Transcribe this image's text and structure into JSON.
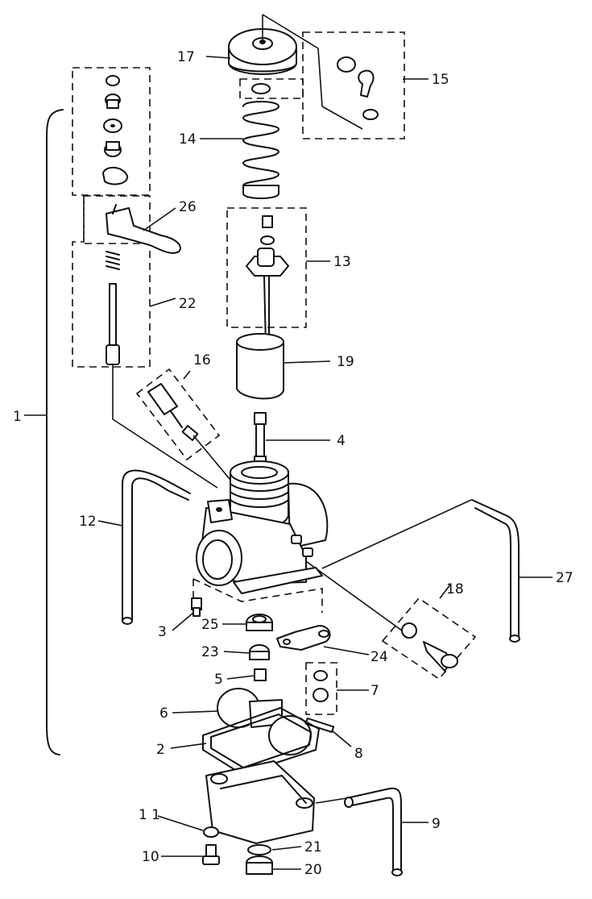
{
  "callouts": [
    {
      "id": "1",
      "label": "1"
    },
    {
      "id": "2",
      "label": "2"
    },
    {
      "id": "3",
      "label": "3"
    },
    {
      "id": "4",
      "label": "4"
    },
    {
      "id": "5",
      "label": "5"
    },
    {
      "id": "6",
      "label": "6"
    },
    {
      "id": "7",
      "label": "7"
    },
    {
      "id": "8",
      "label": "8"
    },
    {
      "id": "9",
      "label": "9"
    },
    {
      "id": "10",
      "label": "10"
    },
    {
      "id": "11",
      "label": "1 1"
    },
    {
      "id": "12",
      "label": "12"
    },
    {
      "id": "13",
      "label": "13"
    },
    {
      "id": "14",
      "label": "14"
    },
    {
      "id": "15",
      "label": "15"
    },
    {
      "id": "16",
      "label": "16"
    },
    {
      "id": "17",
      "label": "17"
    },
    {
      "id": "18",
      "label": "18"
    },
    {
      "id": "19",
      "label": "19"
    },
    {
      "id": "20",
      "label": "20"
    },
    {
      "id": "21",
      "label": "21"
    },
    {
      "id": "22",
      "label": "22"
    },
    {
      "id": "23",
      "label": "23"
    },
    {
      "id": "24",
      "label": "24"
    },
    {
      "id": "25",
      "label": "25"
    },
    {
      "id": "26",
      "label": "26"
    },
    {
      "id": "27",
      "label": "27"
    }
  ]
}
